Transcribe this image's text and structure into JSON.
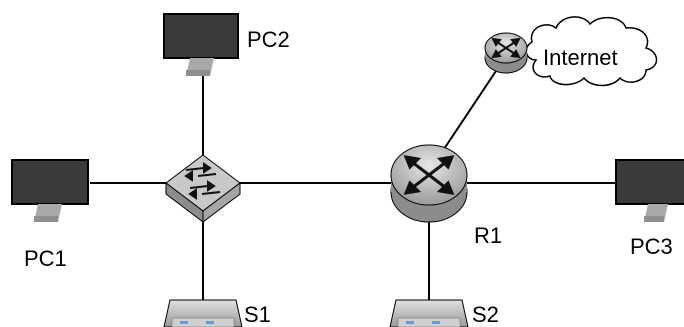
{
  "diagram": {
    "nodes": {
      "pc1": {
        "label": "PC1",
        "icon": "computer-monitor-icon"
      },
      "pc2": {
        "label": "PC2",
        "icon": "computer-monitor-icon"
      },
      "pc3": {
        "label": "PC3",
        "icon": "computer-monitor-icon"
      },
      "switch": {
        "label": "",
        "icon": "network-switch-icon"
      },
      "r1": {
        "label": "R1",
        "icon": "router-icon"
      },
      "internet": {
        "label": "Internet",
        "icon": "cloud-icon"
      },
      "internet_router": {
        "label": "",
        "icon": "router-icon"
      },
      "s1": {
        "label": "S1",
        "icon": "server-icon"
      },
      "s2": {
        "label": "S2",
        "icon": "server-icon"
      }
    },
    "links": [
      [
        "pc1",
        "switch"
      ],
      [
        "pc2",
        "switch"
      ],
      [
        "s1",
        "switch"
      ],
      [
        "switch",
        "r1"
      ],
      [
        "r1",
        "internet_router"
      ],
      [
        "r1",
        "pc3"
      ],
      [
        "r1",
        "s2"
      ]
    ],
    "colors": {
      "monitor_screen": "#3a3a3a",
      "monitor_stand": "#a8a8a8",
      "device_gray": "#bdbdbd",
      "device_dark": "#8c8c8c",
      "line": "#000000"
    }
  }
}
